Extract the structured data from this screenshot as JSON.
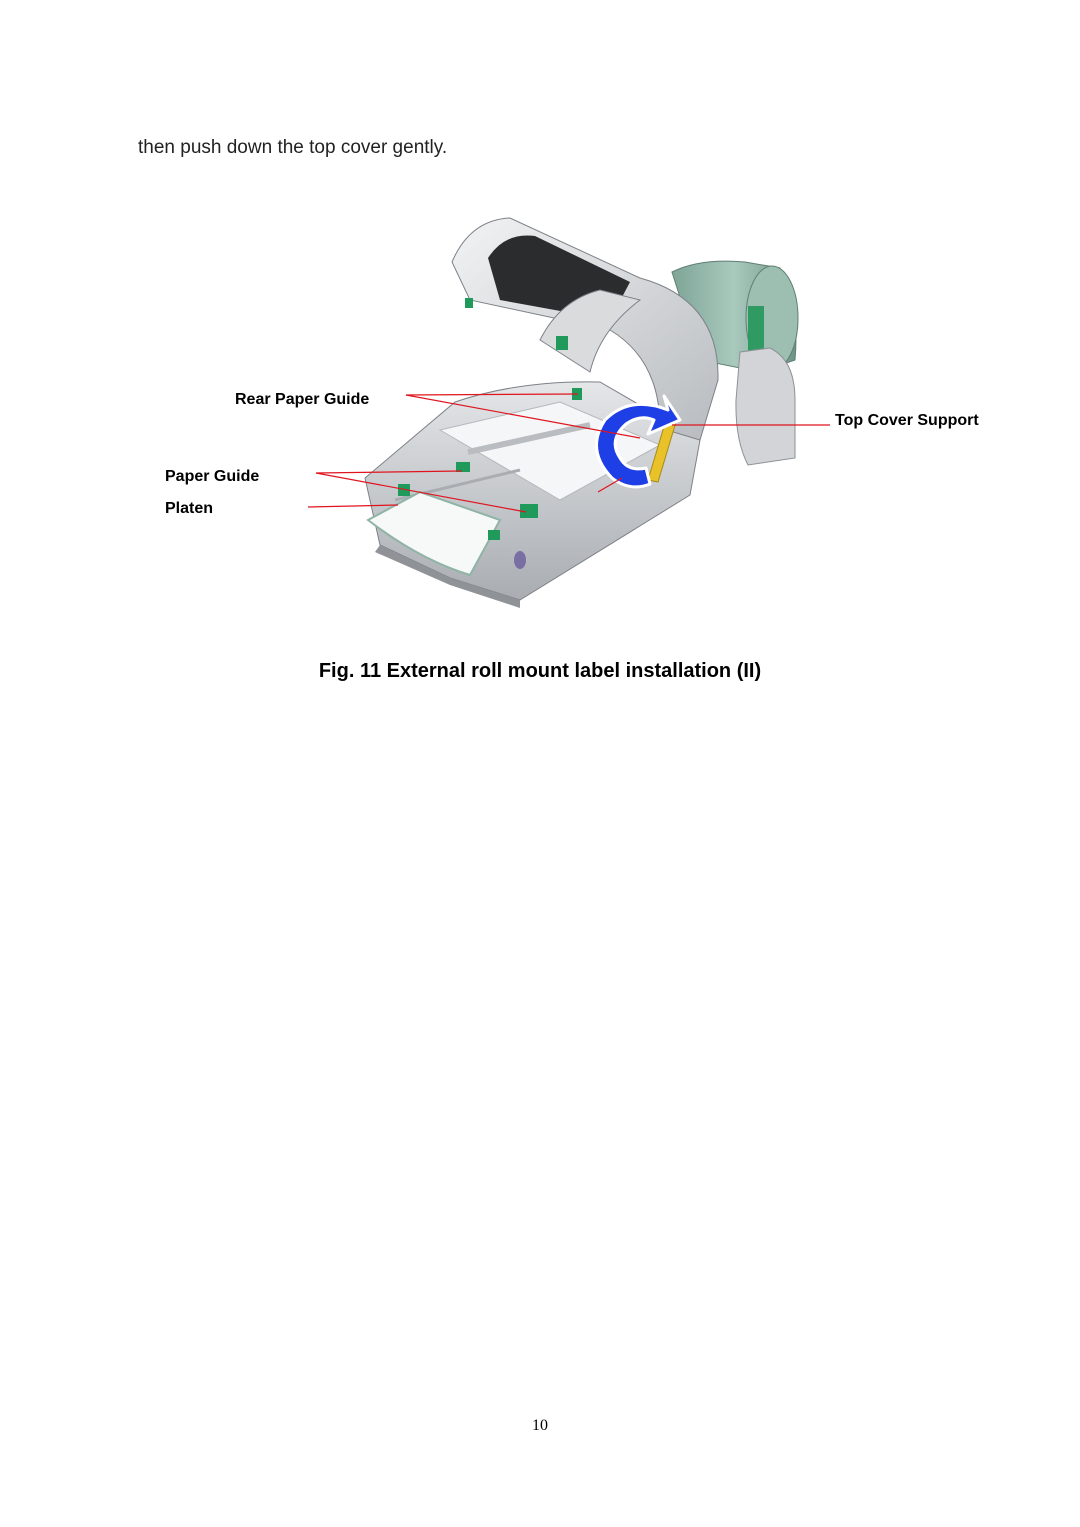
{
  "document": {
    "intro_text": "then push down the top cover gently.",
    "figure_caption": "Fig. 11 External roll mount label installation (II)",
    "page_number": "10"
  },
  "figure": {
    "callouts": {
      "rear_paper_guide": "Rear Paper Guide",
      "paper_guide": "Paper Guide",
      "platen": "Platen",
      "top_cover_support": "Top Cover Support"
    },
    "colors": {
      "leader_line": "#e0141e",
      "arrow": "#1f3fe6",
      "roll": "#8fb4a6",
      "guide": "#1f9a5a",
      "support": "#e9c22a",
      "chassis": "#c9ccd0"
    }
  }
}
